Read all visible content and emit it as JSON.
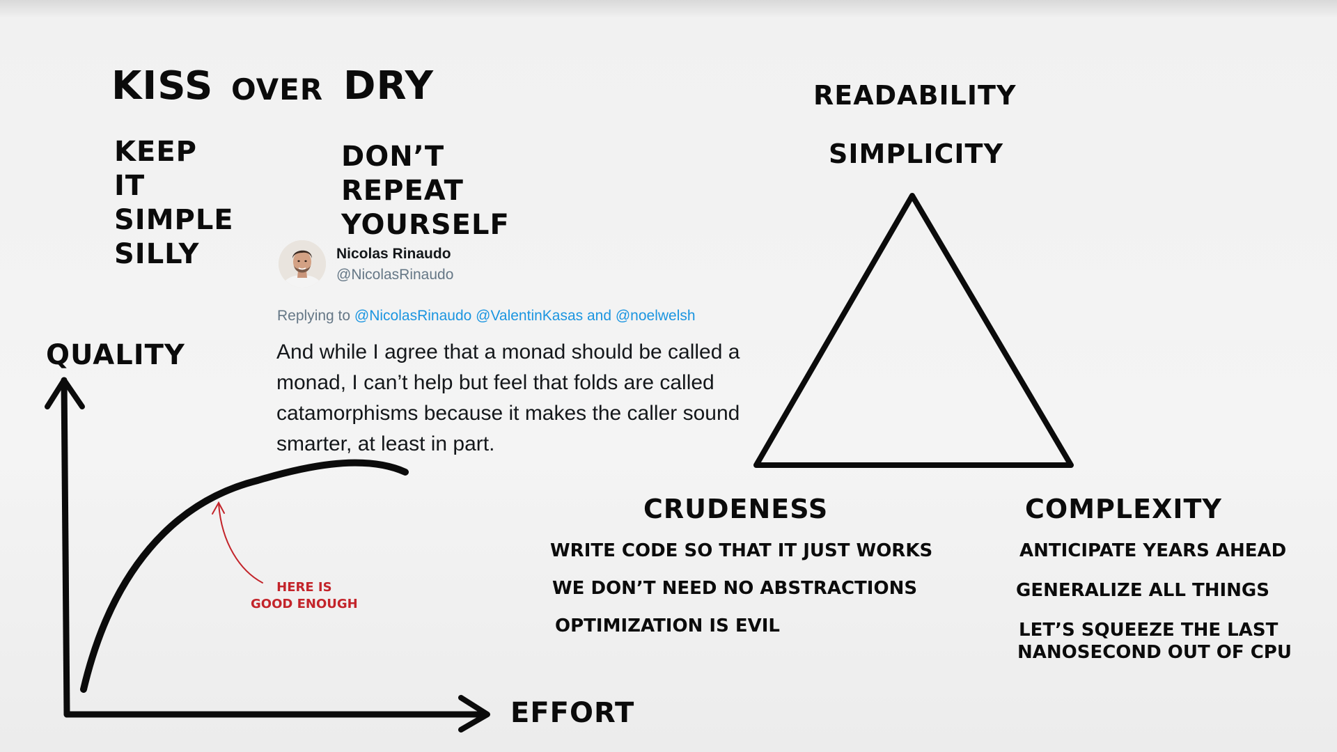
{
  "kiss_dry": {
    "kiss": "KISS",
    "over": "OVER",
    "dry": "DRY",
    "kiss_expansion": [
      "KEEP",
      "IT",
      "SIMPLE",
      "SILLY"
    ],
    "dry_expansion": [
      "DON’T",
      "REPEAT",
      "YOURSELF"
    ]
  },
  "tweet": {
    "name": "Nicolas Rinaudo",
    "handle": "@NicolasRinaudo",
    "replying_prefix": "Replying to",
    "replying_handles": "@NicolasRinaudo @ValentinKasas and @noelwelsh",
    "text": "And while I agree that a monad should be called a monad, I can’t help but feel that folds are called catamorphisms because it makes the caller sound smarter, at least in part."
  },
  "graph": {
    "y_label": "QUALITY",
    "x_label": "EFFORT",
    "annotation_line1": "HERE IS",
    "annotation_line2": "GOOD ENOUGH"
  },
  "triangle": {
    "top_label_1": "READABILITY",
    "top_label_2": "SIMPLICITY",
    "left_label": "CRUDENESS",
    "left_items": [
      "WRITE CODE SO THAT IT JUST WORKS",
      "WE DON’T NEED NO ABSTRACTIONS",
      "OPTIMIZATION IS EVIL"
    ],
    "right_label": "COMPLEXITY",
    "right_items": [
      "ANTICIPATE YEARS AHEAD",
      "GENERALIZE ALL THINGS",
      "LET’S SQUEEZE THE LAST",
      "NANOSECOND OUT OF CPU"
    ]
  },
  "colors": {
    "ink": "#0b0b0b",
    "annotation": "#c3242a",
    "link": "#1b95e0",
    "muted": "#657786"
  }
}
